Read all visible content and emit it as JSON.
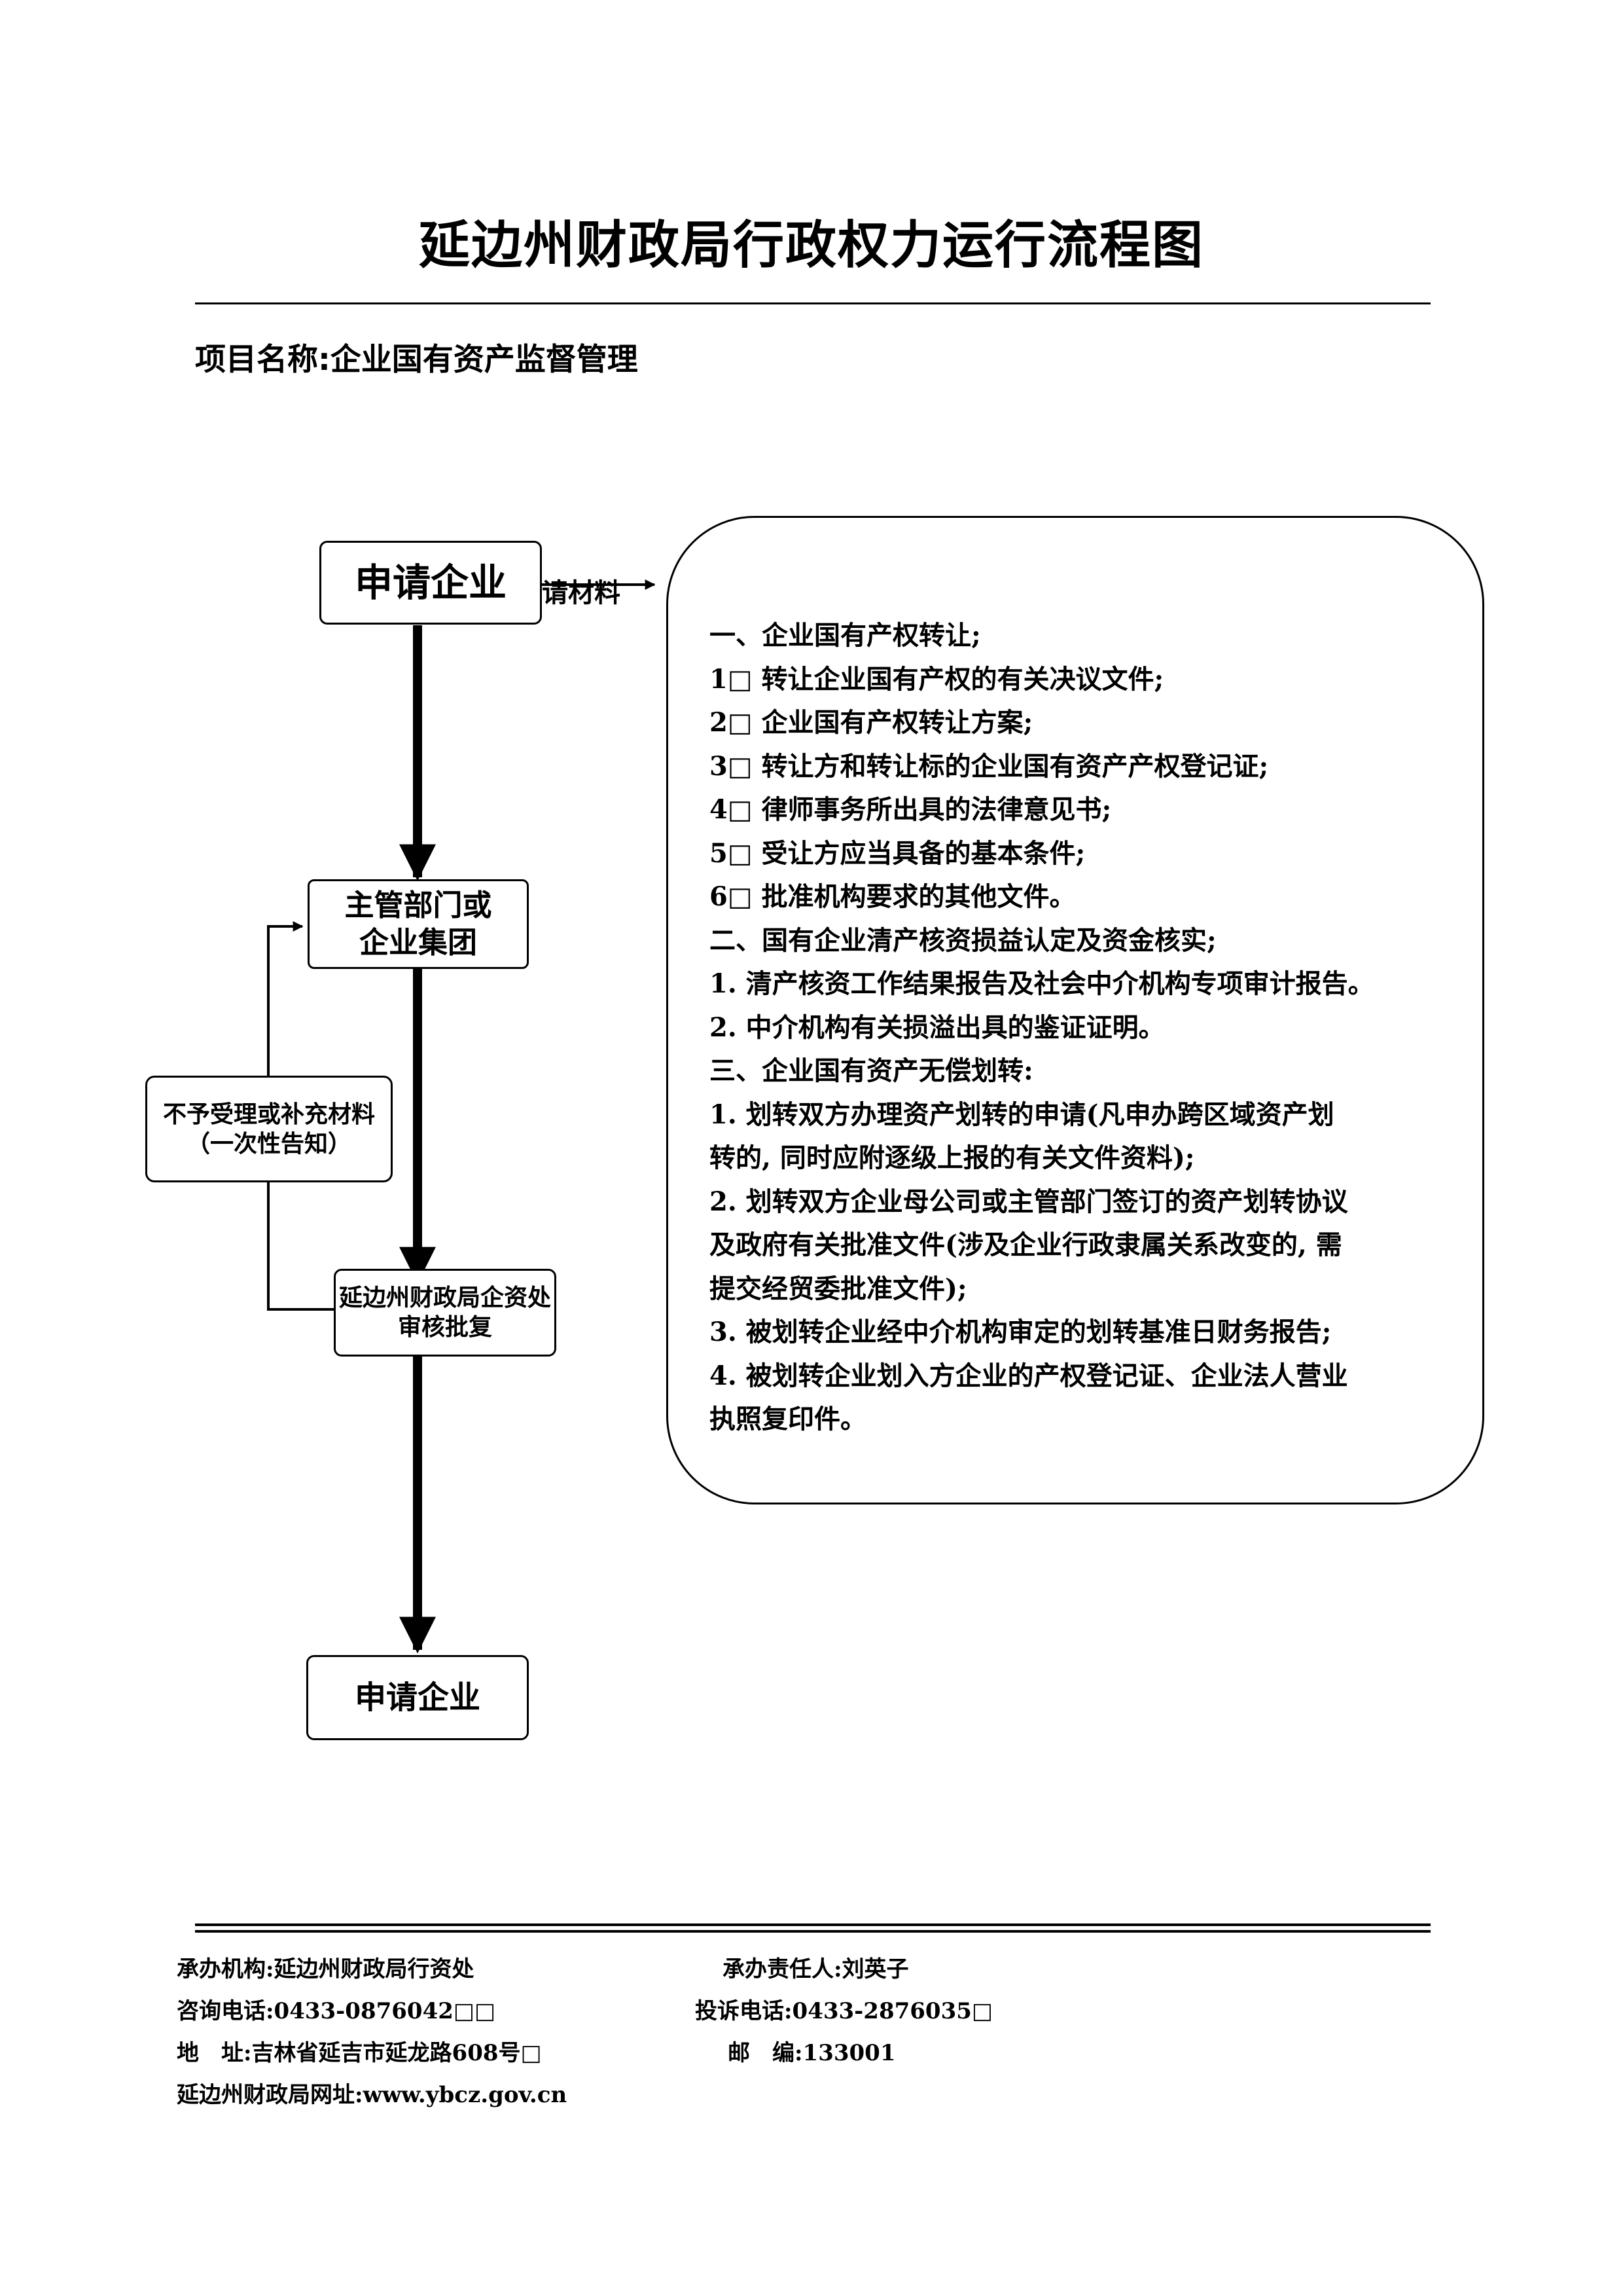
{
  "title": "延边州财政局行政权力运行流程图",
  "project": "项目名称:企业国有资产监督管理",
  "flow": {
    "start": "申请企业",
    "arrow_label": "请材料",
    "dept": [
      "主管部门或",
      "企业集团"
    ],
    "return": [
      "不予受理或补充材料",
      "（一次性告知）"
    ],
    "review": [
      "延边州财政局企资处",
      "审核批复"
    ],
    "end": "申请企业"
  },
  "requirements": [
    "一、企业国有产权转让;",
    "1□ 转让企业国有产权的有关决议文件;",
    "2□ 企业国有产权转让方案;",
    "3□ 转让方和转让标的企业国有资产产权登记证;",
    "4□ 律师事务所出具的法律意见书;",
    "5□ 受让方应当具备的基本条件;",
    "6□ 批准机构要求的其他文件。",
    "二、国有企业清产核资损益认定及资金核实;",
    "1. 清产核资工作结果报告及社会中介机构专项审计报告。",
    "2. 中介机构有关损溢出具的鉴证证明。",
    "三、企业国有资产无偿划转:",
    "1. 划转双方办理资产划转的申请(凡申办跨区域资产划",
    "转的, 同时应附逐级上报的有关文件资料);",
    "2. 划转双方企业母公司或主管部门签订的资产划转协议",
    "及政府有关批准文件(涉及企业行政隶属关系改变的, 需",
    "提交经贸委批准文件);",
    "3. 被划转企业经中介机构审定的划转基准日财务报告;",
    "4. 被划转企业划入方企业的产权登记证、企业法人营业",
    "执照复印件。"
  ],
  "footer": {
    "org": "承办机构:延边州财政局行资处",
    "person": "承办责任人:刘英子",
    "phone": "咨询电话:0433-0876042□□",
    "complaint": "投诉电话:0433-2876035□",
    "address": "地　址:吉林省延吉市延龙路608号□",
    "postcode": "邮　编:133001",
    "website": "延边州财政局网址:www.ybcz.gov.cn"
  }
}
